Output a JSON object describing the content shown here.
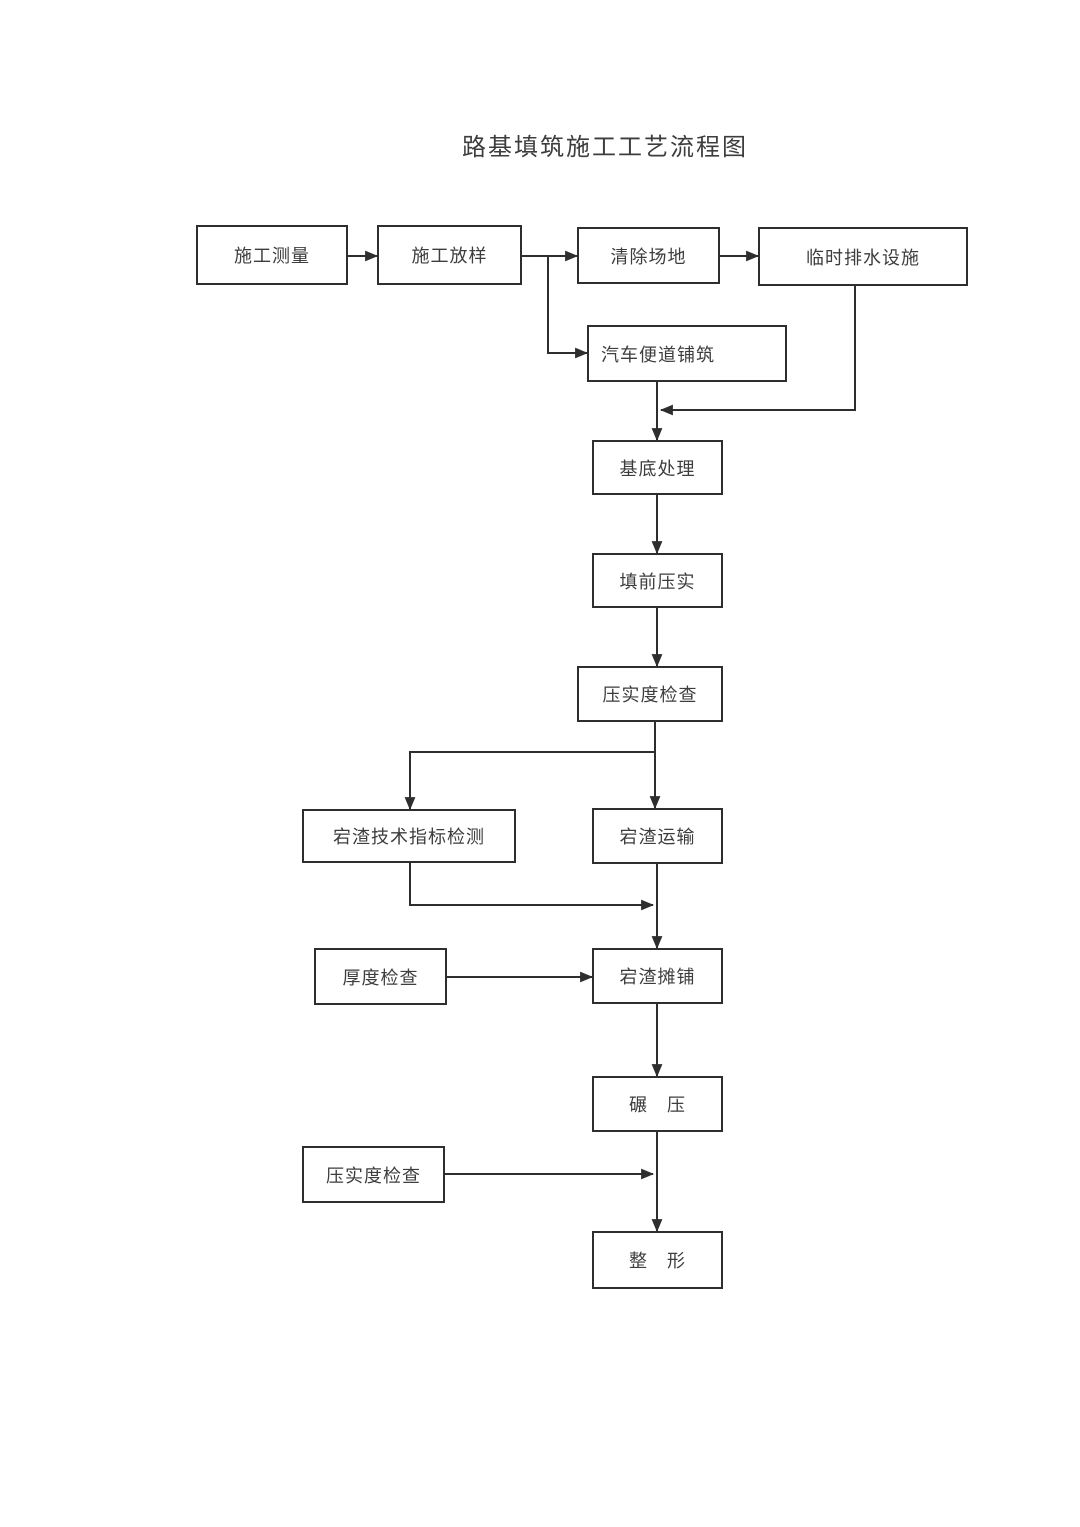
{
  "title": "路基填筑施工工艺流程图",
  "colors": {
    "line": "#2e2e2e",
    "text": "#3d3d3d",
    "box_background": "#ffffff",
    "page_background": "#ffffff"
  },
  "nodes": {
    "survey": {
      "label": "施工测量"
    },
    "layout": {
      "label": "施工放样"
    },
    "clear_site": {
      "label": "清除场地"
    },
    "drainage": {
      "label": "临时排水设施"
    },
    "access_road": {
      "label": "汽车便道铺筑"
    },
    "base_treatment": {
      "label": "基底处理"
    },
    "pre_fill": {
      "label": "填前压实"
    },
    "compact_check_1": {
      "label": "压实度检查"
    },
    "slag_index_test": {
      "label": "宕渣技术指标检测"
    },
    "slag_transport": {
      "label": "宕渣运输"
    },
    "thickness_check": {
      "label": "厚度检查"
    },
    "slag_paving": {
      "label": "宕渣摊铺"
    },
    "rolling": {
      "label": "碾　压"
    },
    "compact_check_2": {
      "label": "压实度检查"
    },
    "shaping": {
      "label": "整　形"
    }
  }
}
